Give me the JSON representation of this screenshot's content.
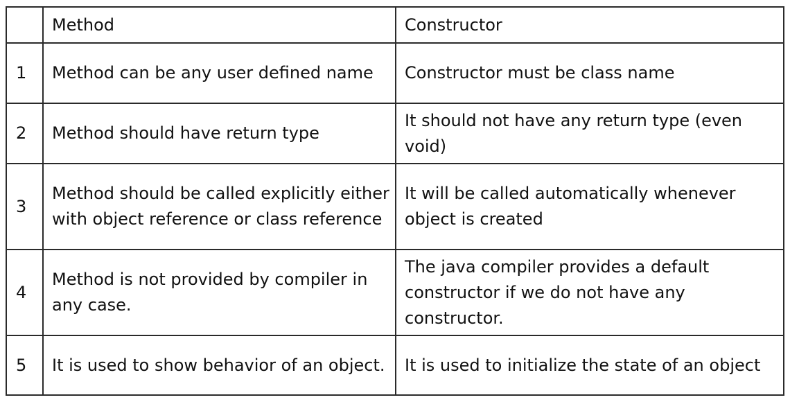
{
  "table": {
    "headers": [
      "",
      "Method",
      "Constructor"
    ],
    "rows": [
      {
        "num": "1",
        "method": "Method can be any user defined name",
        "constructor": "Constructor must be class name"
      },
      {
        "num": "2",
        "method": "Method should have return type",
        "constructor": "It should not have any return type (even void)"
      },
      {
        "num": "3",
        "method": "Method should be called explicitly either with object reference or class reference",
        "constructor": "It will be called automatically whenever object is created"
      },
      {
        "num": "4",
        "method": "Method is not provided by compiler in any case.",
        "constructor": "The java compiler provides a default constructor if we do not have any constructor."
      },
      {
        "num": "5",
        "method": "It is used to show behavior of an object.",
        "constructor": "It is used to initialize the state of an object"
      }
    ]
  }
}
